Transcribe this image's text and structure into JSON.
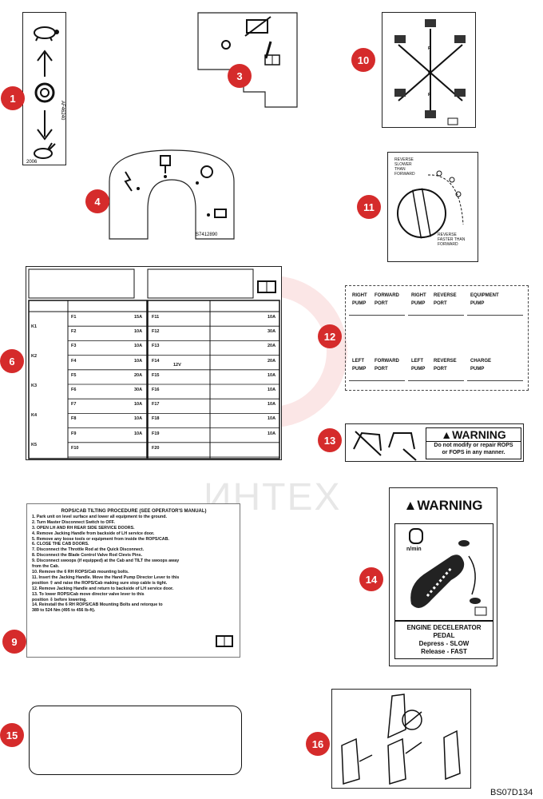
{
  "callouts": [
    "1",
    "3",
    "4",
    "6",
    "9",
    "10",
    "11",
    "12",
    "13",
    "14",
    "15",
    "16"
  ],
  "watermark": "ИНТЕХ",
  "decal_1": {
    "vertical_code": "AF46240",
    "corner_code": "2006"
  },
  "decal_4": {
    "code": "S7412890"
  },
  "decal_6": {
    "amp_labels": [
      "15A",
      "10A",
      "10A",
      "10A",
      "20A",
      "30A",
      "10A",
      "10A",
      "10A",
      "10A",
      "30A",
      "20A",
      "20A",
      "10A",
      "10A",
      "10A",
      "10A",
      "10A"
    ],
    "fuse_left": [
      "F1",
      "F2",
      "F3",
      "F4",
      "F5",
      "F6",
      "F7",
      "F8",
      "F9",
      "F10"
    ],
    "fuse_right": [
      "F11",
      "F12",
      "F13",
      "F14",
      "F15",
      "F16",
      "F17",
      "F18",
      "F19",
      "F20"
    ],
    "relay_labels": [
      "K1",
      "K2",
      "K3",
      "K4",
      "K5"
    ],
    "voltage": "12V"
  },
  "decal_11": {
    "top_text": [
      "REVERSE",
      "SLOWER",
      "THAN",
      "FORWARD"
    ],
    "bottom_text": [
      "REVERSE",
      "FASTER THAN",
      "FORWARD"
    ]
  },
  "decal_12": {
    "cells": [
      {
        "a": "RIGHT",
        "b": "FORWARD",
        "c": "PUMP",
        "d": "PORT"
      },
      {
        "a": "RIGHT",
        "b": "REVERSE",
        "c": "PUMP",
        "d": "PORT"
      },
      {
        "a": "EQUIPMENT",
        "b": "",
        "c": "PUMP",
        "d": ""
      },
      {
        "a": "LEFT",
        "b": "FORWARD",
        "c": "PUMP",
        "d": "PORT"
      },
      {
        "a": "LEFT",
        "b": "REVERSE",
        "c": "PUMP",
        "d": "PORT"
      },
      {
        "a": "CHARGE",
        "b": "",
        "c": "PUMP",
        "d": ""
      }
    ]
  },
  "decal_13": {
    "heading": "WARNING",
    "line1": "Do not modify or repair ROPS",
    "line2": "or FOPS in any manner."
  },
  "decal_9": {
    "title": "ROPS/CAB TILTING PROCEDURE (SEE OPERATOR'S MANUAL)",
    "steps": [
      "1. Park unit on level surface and lower all equipment to the ground.",
      "2. Turn Master Disconnect Switch to OFF.",
      "3. OPEN LH AND RH REAR SIDE SERVICE DOORS.",
      "4. Remove Jacking Handle from backside of LH service door.",
      "5. Remove any loose tools or equipment from inside the ROPS/CAB.",
      "6. CLOSE THE CAB DOORS.",
      "7. Disconnect the Throttle Rod at the Quick Disconnect.",
      "8. Disconnect the Blade Control Valve Rod Clevis Pins.",
      "9. Disconnect swoops (if equipped) at the Cab and TILT the swoops away",
      "    from the Cab.",
      "10. Remove the 6 RH ROPS/Cab mounting bolts.",
      "11. Insert the Jacking Handle. Move the Hand Pump Director Lever to this",
      "    position ⇧ and raise the ROPS/Cab making sure stop cable is tight.",
      "12. Remove Jacking Handle and return to backside of LH service door.",
      "13. To lower ROPS/Cab move director valve lever to this",
      "    position ⇩ before lowering.",
      "14. Reinstall the 6 RH ROPS/CAB Mounting Bolts and retorque to",
      "    389 to 524 Nm (495 to 456 lb-ft)."
    ]
  },
  "decal_14": {
    "heading": "WARNING",
    "rpm_label": "n/min",
    "line1": "ENGINE DECELERATOR",
    "line2": "PEDAL",
    "line3": "Depress - SLOW",
    "line4": "Release - FAST"
  },
  "figure_code": "BS07D134"
}
